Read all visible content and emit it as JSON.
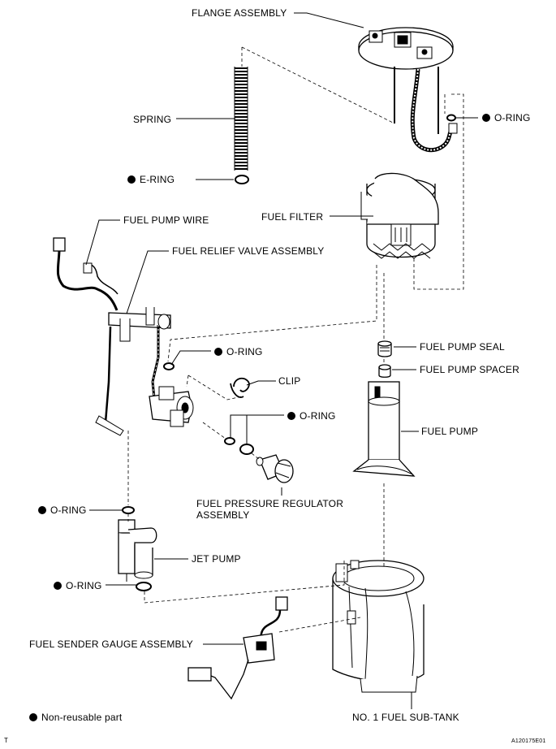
{
  "labels": {
    "flange_assembly": "FLANGE ASSEMBLY",
    "spring": "SPRING",
    "e_ring": "E-RING",
    "o_ring_flange": "O-RING",
    "fuel_filter": "FUEL FILTER",
    "fuel_pump_wire": "FUEL PUMP WIRE",
    "fuel_relief_valve": "FUEL RELIEF VALVE ASSEMBLY",
    "o_ring_relief": "O-RING",
    "fuel_pump_seal": "FUEL PUMP SEAL",
    "fuel_pump_spacer": "FUEL PUMP SPACER",
    "clip": "CLIP",
    "o_ring_regulator": "O-RING",
    "fuel_pump": "FUEL PUMP",
    "fuel_pressure_regulator_line1": "FUEL PRESSURE REGULATOR",
    "fuel_pressure_regulator_line2": "ASSEMBLY",
    "o_ring_jet_top": "O-RING",
    "jet_pump": "JET PUMP",
    "o_ring_jet_bottom": "O-RING",
    "fuel_sender_gauge": "FUEL SENDER GAUGE ASSEMBLY",
    "fuel_sub_tank": "NO. 1 FUEL SUB-TANK"
  },
  "legend": {
    "text": "Non-reusable part",
    "marker": "black-dot"
  },
  "footer": {
    "left": "T",
    "right": "A120175E01"
  },
  "colors": {
    "ink": "#000000",
    "paper": "#ffffff"
  }
}
